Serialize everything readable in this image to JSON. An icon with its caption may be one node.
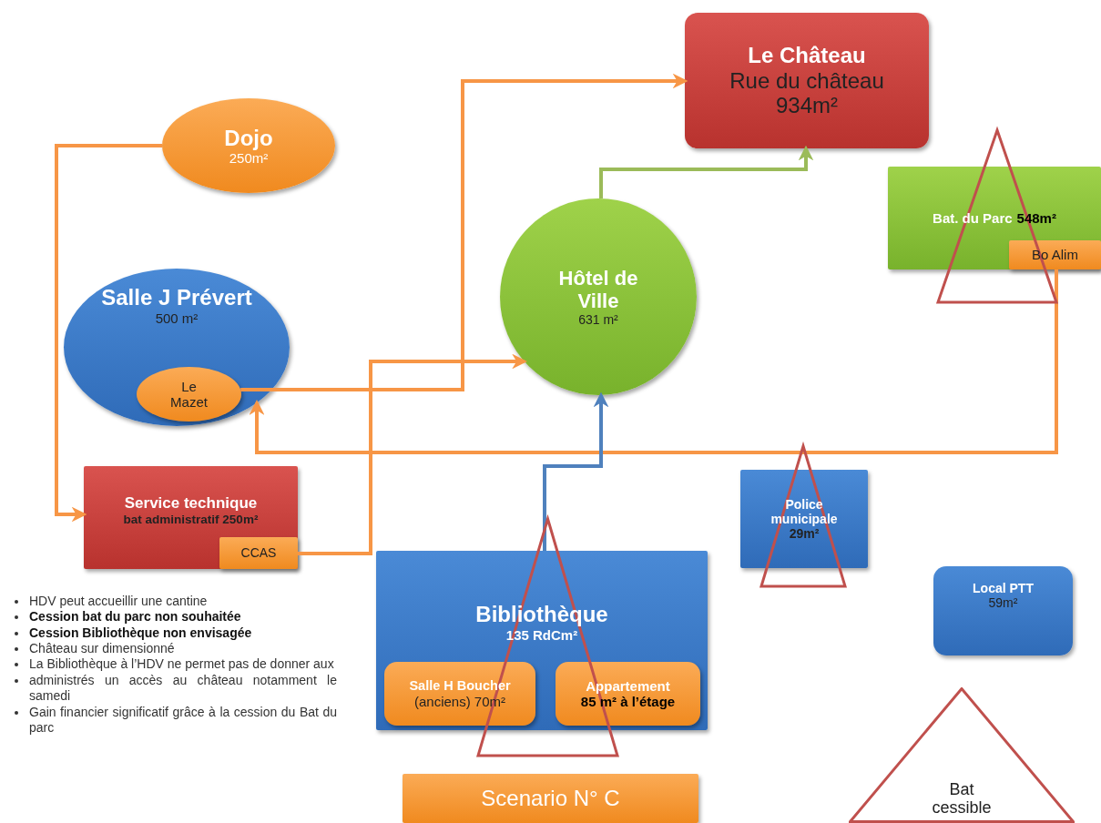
{
  "diagram": {
    "nodes": [
      {
        "text": [
          "Le Château",
          "Rue du château",
          "934m²"
        ]
      },
      {
        "text": [
          "Dojo",
          "250m²"
        ]
      },
      {
        "text": [
          "Salle J Prévert",
          "500 m²"
        ]
      },
      {
        "text": [
          "Le Mazet"
        ],
        "in": 2
      },
      {
        "text": [
          "Hôtel de Ville",
          "631 m²"
        ]
      },
      {
        "text": [
          "Bat. du Parc",
          "548m²"
        ]
      },
      {
        "text": [
          "Bo Alim"
        ],
        "in": 5
      },
      {
        "text": [
          "Service technique",
          "bat administratif 250m²"
        ]
      },
      {
        "text": [
          "CCAS"
        ],
        "in": 7
      },
      {
        "text": [
          "Police municipale",
          "29m²"
        ]
      },
      {
        "text": [
          "Local PTT",
          "59m²"
        ]
      },
      {
        "text": [
          "Bibliothèque",
          "135 RdCm²"
        ]
      },
      {
        "text": [
          "Salle H Boucher",
          "(anciens) 70m²"
        ],
        "in": 11
      },
      {
        "text": [
          "Appartement",
          "85 m² à l’étage"
        ],
        "in": 11
      },
      {
        "text": [
          "Scenario N° C"
        ]
      },
      {
        "text": [
          "Bat cessible"
        ]
      }
    ],
    "edges": [
      {
        "from": 1,
        "to": 7,
        "arrow": "to"
      },
      {
        "from": 3,
        "to": 0,
        "arrow": "to"
      },
      {
        "from": 8,
        "to": 4,
        "arrow": "to"
      },
      {
        "from": 6,
        "to": 2,
        "arrow": "to"
      },
      {
        "from": 4,
        "to": 0,
        "arrow": "to",
        "color": "#9bbb59"
      },
      {
        "from": 11,
        "to": 4,
        "arrow": "to",
        "color": "#4f81bd"
      }
    ],
    "labels": [
      "HDV peut accueillir une cantine",
      "Cession bat du parc non souhaitée",
      "Cession Bibliothèque non envisagée",
      "Château sur dimensionné",
      "La Bibliothèque à l’HDV ne permet pas de donner aux",
      "administrés un accès au château notamment le samedi",
      "Gain financier significatif grâce à la cession du Bat du parc"
    ]
  }
}
